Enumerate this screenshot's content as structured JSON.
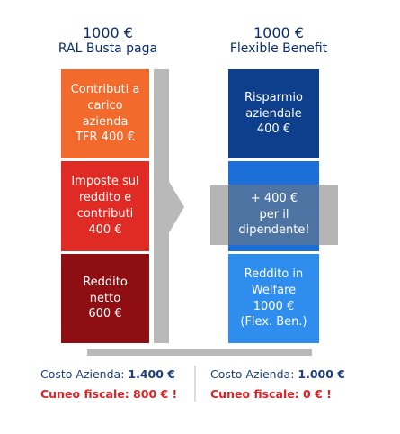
{
  "left_column": {
    "amount": "1000 €",
    "subtitle": "RAL Busta paga",
    "blocks": [
      {
        "lines": [
          "Contributi a",
          "carico",
          "azienda",
          "TFR 400 €"
        ],
        "color": "#f26a2c"
      },
      {
        "lines": [
          "Imposte sul",
          "reddito e",
          "contributi",
          "400 €"
        ],
        "color": "#df2b24"
      },
      {
        "lines": [
          "Reddito",
          "netto",
          "600 €"
        ],
        "color": "#8e0e12"
      }
    ]
  },
  "right_column": {
    "amount": "1000 €",
    "subtitle": "Flexible Benefit",
    "blocks": [
      {
        "lines": [
          "Risparmio",
          "aziendale",
          "400 €"
        ],
        "color": "#0d3f8d"
      },
      {
        "lines": [],
        "color": "#1c6fd8"
      },
      {
        "lines": [
          "Reddito in",
          "Welfare",
          "1000 €",
          "(Flex. Ben.)"
        ],
        "color": "#2e8ded"
      }
    ],
    "overlay": {
      "lines": [
        "+ 400 €",
        "per il",
        "dipendente!"
      ]
    }
  },
  "footer": {
    "left": {
      "cost_label": "Costo Azienda:",
      "cost_value": "1.400 €",
      "cuneo": "Cuneo fiscale: 800 € !"
    },
    "right": {
      "cost_label": "Costo Azienda:",
      "cost_value": "1.000 €",
      "cuneo": "Cuneo fiscale: 0 € !"
    }
  },
  "colors": {
    "heading": "#0b2f6b",
    "separator": "#b9b9b9",
    "cuneo_red": "#d72525"
  }
}
